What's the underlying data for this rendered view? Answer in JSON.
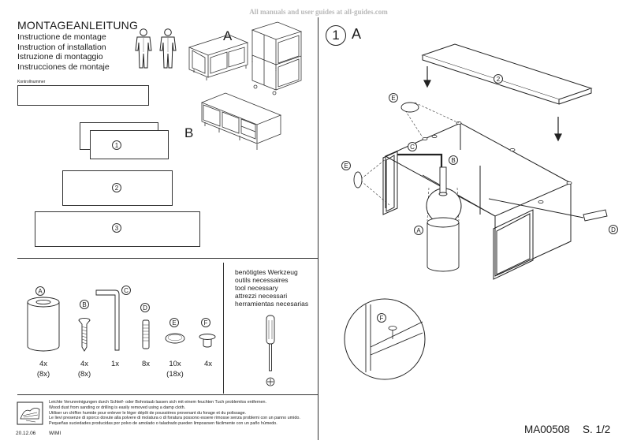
{
  "watermark": "All manuals and user guides at all-guides.com",
  "header": {
    "title": "MONTAGEANLEITUNG",
    "languages": [
      "Instructione de montage",
      "Instruction of installation",
      "Istruzione di montaggio",
      "Instrucciones de montaje"
    ]
  },
  "kontrollnummer_label": "Kontrollnummer",
  "variants": {
    "a": "A",
    "b": "B"
  },
  "parts": [
    {
      "number": "1"
    },
    {
      "number": "2"
    },
    {
      "number": "3"
    }
  ],
  "hardware": [
    {
      "letter": "A",
      "qty": "4x",
      "qty_alt": "(8x)",
      "icon": "cylinder-leg-icon"
    },
    {
      "letter": "B",
      "qty": "4x",
      "qty_alt": "(8x)",
      "icon": "screw-icon"
    },
    {
      "letter": "C",
      "qty": "1x",
      "qty_alt": "",
      "icon": "allen-key-icon"
    },
    {
      "letter": "D",
      "qty": "8x",
      "qty_alt": "",
      "icon": "dowel-icon"
    },
    {
      "letter": "E",
      "qty": "10x",
      "qty_alt": "(18x)",
      "icon": "cover-cap-icon"
    },
    {
      "letter": "F",
      "qty": "4x",
      "qty_alt": "",
      "icon": "shelf-pin-icon"
    }
  ],
  "tools": [
    "benötigtes Werkzeug",
    "outils necessaires",
    "tool necessary",
    "attrezzi necessari",
    "herramientas necesarias"
  ],
  "care_notes": [
    "Leichte Verunreinigungen durch Schleif- oder Bohrstaub lassen sich mit einem feuchten Tuch problemlos  entfernen.",
    "Wood dust from sanding or drilling is easily removed using a damp cloth.",
    "Utiliser un chiffon humide pour enlever le léger dépôt de poussières provenant du forage et du polissage.",
    "Le lievi presenze di sporco dovute alla polvere di molatura o di foratura possono essere rimosse senza problemi con un panno umido.",
    "Pequeñas suciedades producidas por polvo de amolado o taladrado pueden limpoarsen fácilmente con un paño húmedo."
  ],
  "footer": {
    "date": "20.12.06",
    "author": "WIMI",
    "model": "MA00508",
    "page": "S. 1/2"
  },
  "step": {
    "number": "1",
    "letter": "A",
    "labels": {
      "part": "2",
      "e1": "E",
      "e2": "E",
      "c": "C",
      "b": "B",
      "a": "A",
      "d": "D",
      "f": "F"
    }
  }
}
